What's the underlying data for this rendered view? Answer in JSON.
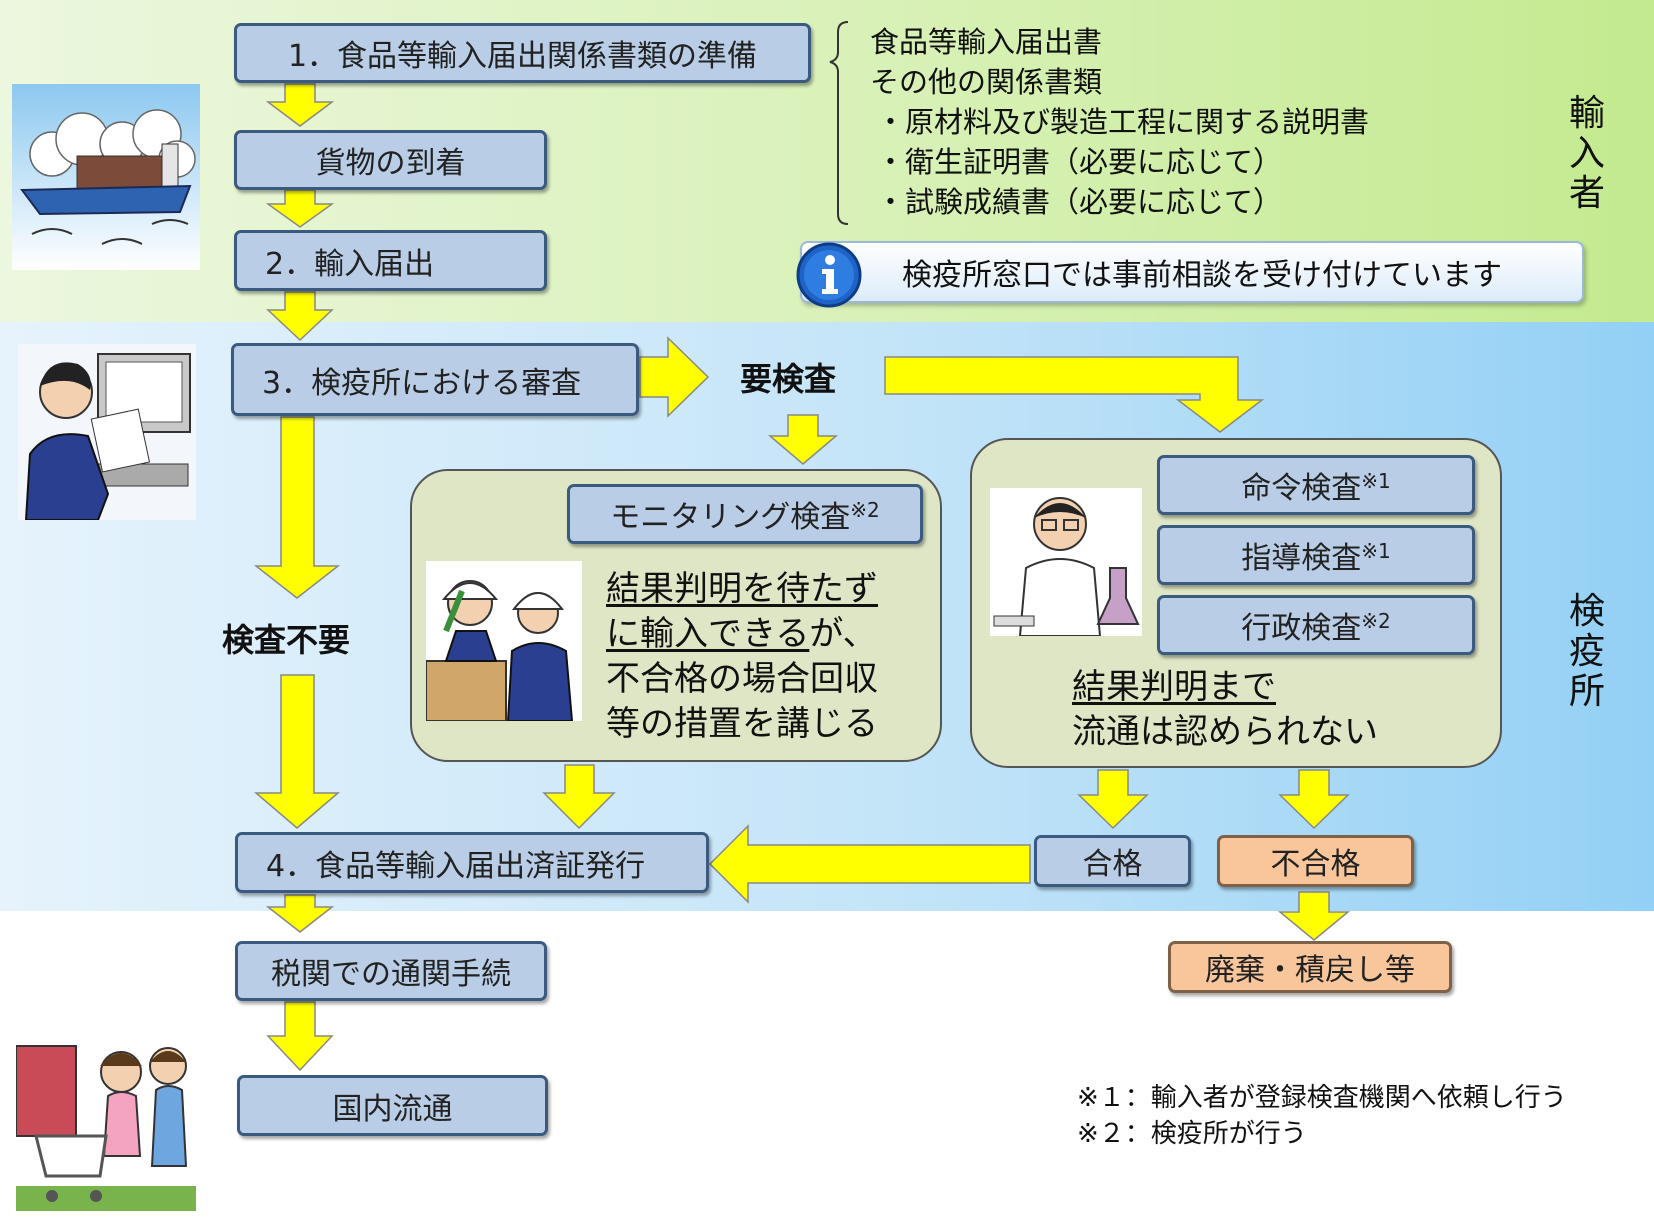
{
  "sections": {
    "importer": "輸入者",
    "quarantine": "検疫所"
  },
  "steps": {
    "s1": "1．食品等輸入届出関係書類の準備",
    "arrival": "貨物の到着",
    "s2": "2．輸入届出",
    "s3": "3．検疫所における審査",
    "s4": "4．食品等輸入届出済証発行",
    "customs": "税関での通関手続",
    "domestic": "国内流通"
  },
  "documents": [
    "食品等輸入届出書",
    "その他の関係書類",
    "・原材料及び製造工程に関する説明書",
    "・衛生証明書（必要に応じて）",
    "・試験成績書（必要に応じて）"
  ],
  "info_banner": "検疫所窓口では事前相談を受け付けています",
  "labels": {
    "inspection_required": "要検査",
    "no_inspection": "検査不要"
  },
  "monitoring": {
    "title": "モニタリング検査",
    "mark": "※2",
    "note_underlined": [
      "結果判明を待たず",
      "に輸入できる"
    ],
    "note_rest": [
      "が、",
      "不合格の場合回収",
      "等の措置を講じる"
    ]
  },
  "inspections": [
    {
      "name": "命令検査",
      "mark": "※1"
    },
    {
      "name": "指導検査",
      "mark": "※1"
    },
    {
      "name": "行政検査",
      "mark": "※2"
    }
  ],
  "inspection_note": {
    "underlined": "結果判明まで",
    "rest": "流通は認められない"
  },
  "results": {
    "pass": "合格",
    "fail": "不合格",
    "fail_action": "廃棄・積戻し等"
  },
  "notes": [
    "※１：輸入者が登録検査機関へ依頼し行う",
    "※２：検疫所が行う"
  ],
  "colors": {
    "arrow": "#ffff00",
    "box": "#b9cde6",
    "orange_box": "#f9c59a",
    "panel": "#dfe6c5"
  }
}
